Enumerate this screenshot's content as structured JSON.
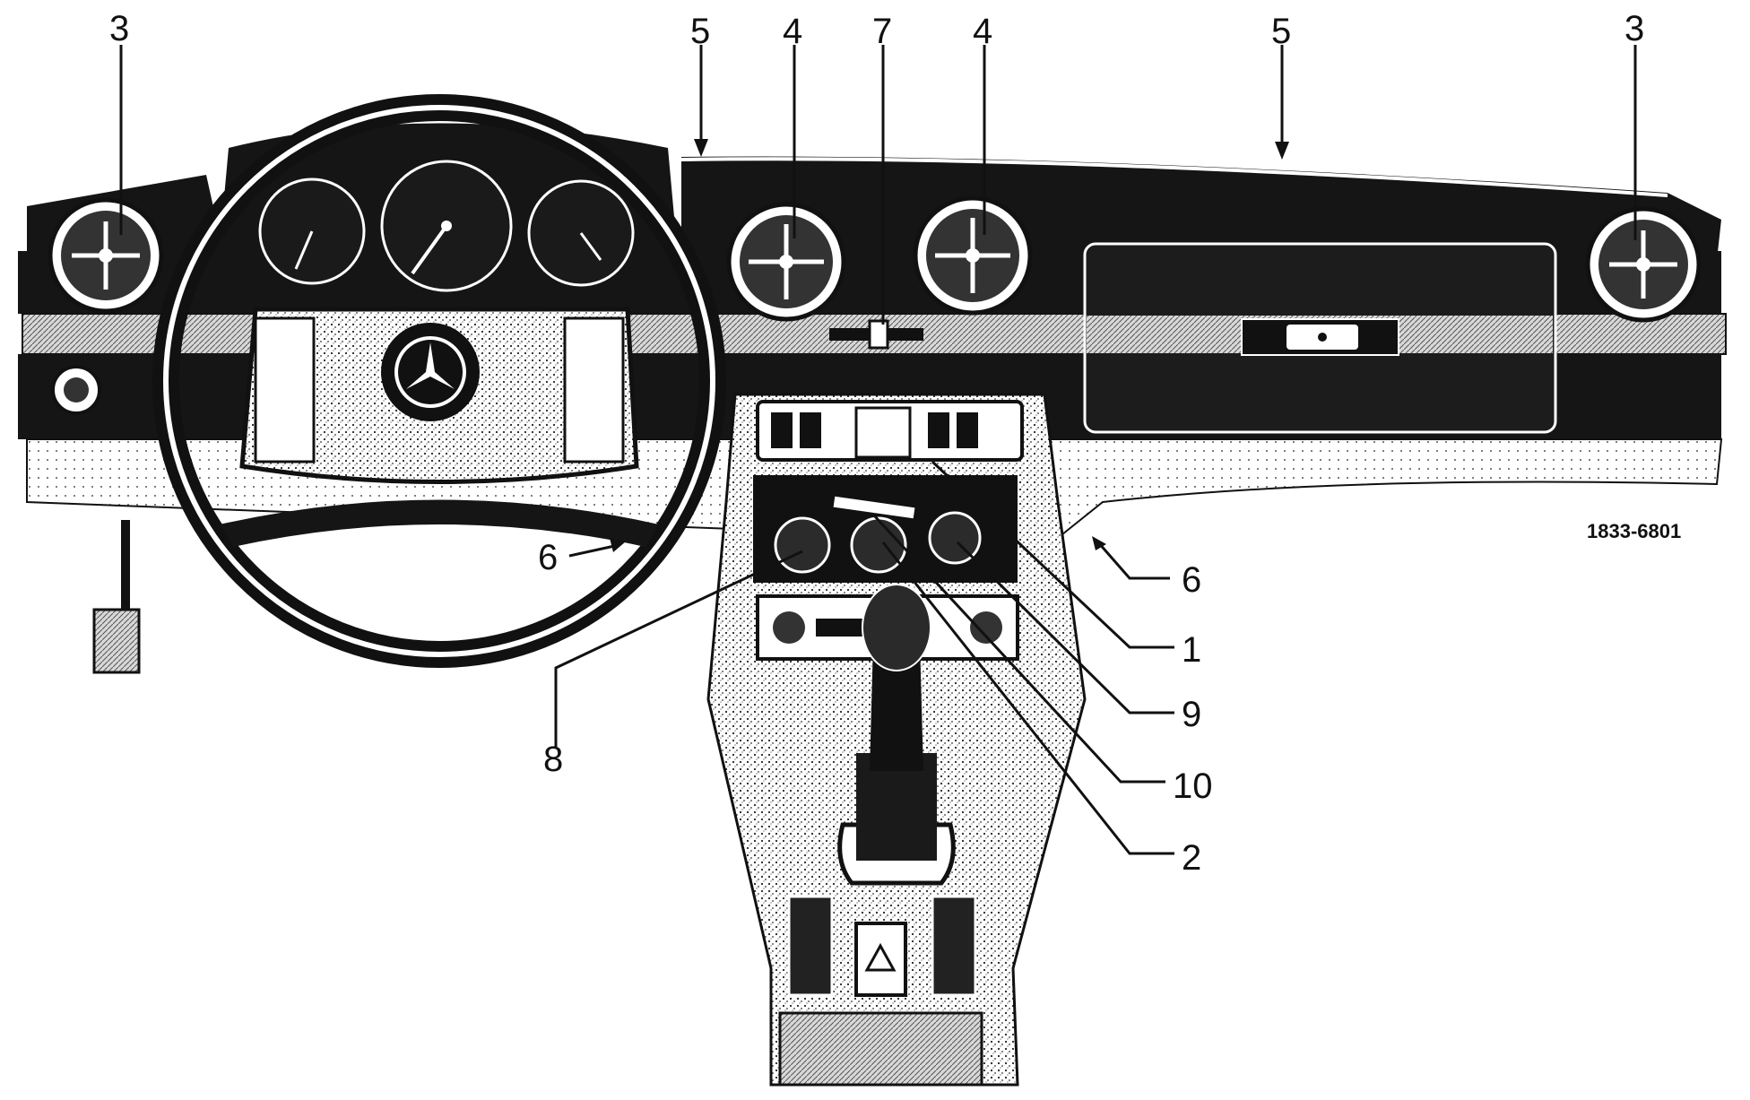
{
  "figure_number": "1833-6801",
  "callouts": [
    {
      "id": "c3-left",
      "text": "3"
    },
    {
      "id": "c5-left",
      "text": "5"
    },
    {
      "id": "c4-left",
      "text": "4"
    },
    {
      "id": "c7",
      "text": "7"
    },
    {
      "id": "c4-right",
      "text": "4"
    },
    {
      "id": "c5-right",
      "text": "5"
    },
    {
      "id": "c3-right",
      "text": "3"
    },
    {
      "id": "c6-left",
      "text": "6"
    },
    {
      "id": "c6-right",
      "text": "6"
    },
    {
      "id": "c1",
      "text": "1"
    },
    {
      "id": "c9",
      "text": "9"
    },
    {
      "id": "c8",
      "text": "8"
    },
    {
      "id": "c10",
      "text": "10"
    },
    {
      "id": "c2",
      "text": "2"
    }
  ]
}
